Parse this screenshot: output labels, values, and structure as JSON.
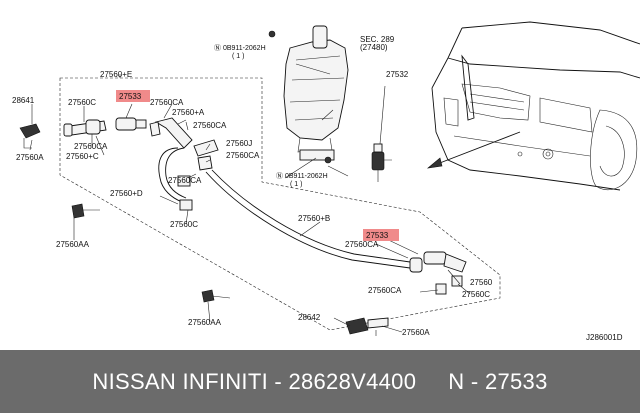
{
  "labels": {
    "p27560e": "27560+E",
    "p28641": "28641",
    "p27560c_a": "27560C",
    "p27533_a": "27533",
    "p27560ca_a": "27560CA",
    "p27560a_plus": "27560+A",
    "p27560ca_b": "27560CA",
    "p27560ca_c": "27560CA",
    "p27560c_plus": "27560+C",
    "p27560a_a": "27560A",
    "p27560j": "27560J",
    "p27560ca_d": "27560CA",
    "p27560ca_e": "27560CA",
    "p27560d": "27560+D",
    "p27560c_b": "27560C",
    "p27560aa_a": "27560AA",
    "p27560b": "27560+B",
    "p27533_b": "27533",
    "p27560ca_f": "27560CA",
    "p27560": "27560",
    "p27560ca_g": "27560CA",
    "p27560c_c": "27560C",
    "p27560aa_b": "27560AA",
    "p28642": "28642",
    "p27560a_b": "27560A",
    "bolt_top": "Ⓝ 0B911-2062H",
    "bolt_top_qty": "( 1 )",
    "bolt_bottom": "Ⓝ 0B911-2062H",
    "bolt_bottom_qty": "( 1 )",
    "sec": "SEC. 289",
    "sec_ref": "(27480)",
    "p27532": "27532",
    "ref_code": "J286001D"
  },
  "highlight_color": "#f08a8a",
  "footer": {
    "text": "NISSAN INFINITI - 28628V4400     N - 27533",
    "background": "#6b6b6b"
  }
}
